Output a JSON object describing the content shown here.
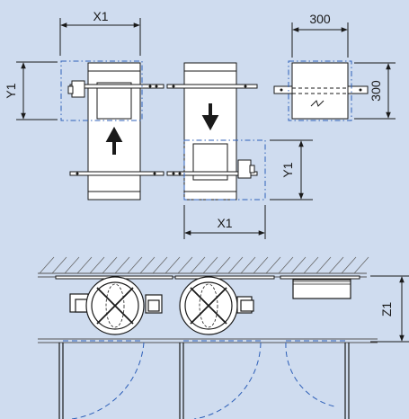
{
  "labels": {
    "top_x1": "X1",
    "top_y1": "Y1",
    "top_300_w": "300",
    "top_300_h": "300",
    "mid_y1": "Y1",
    "mid_x1": "X1",
    "z1": "Z1"
  },
  "colors": {
    "background": "#cfdcef",
    "line": "#1a1a1a",
    "body_fill": "#ffffff",
    "dashed_blue": "#2d5fb8",
    "hatch": "#555555"
  }
}
